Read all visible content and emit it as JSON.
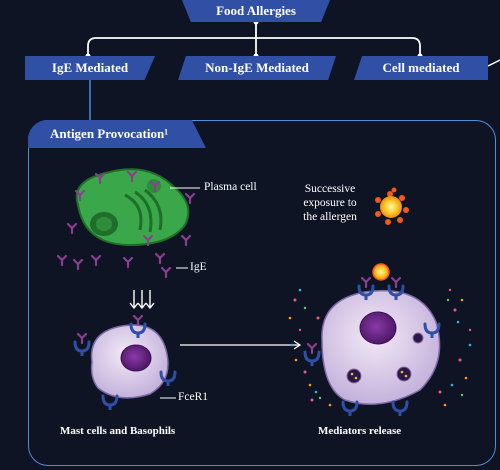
{
  "title": "Food Allergies",
  "branches": [
    {
      "label": "IgE Mediated"
    },
    {
      "label": "Non-IgE Mediated"
    },
    {
      "label": "Cell mediated"
    }
  ],
  "panel": {
    "title": "Antigen Provocation¹",
    "labels": {
      "plasma_cell": "Plasma cell",
      "ige": "IgE",
      "fcer1": "FceR1",
      "mast_cells": "Mast cells and Basophils",
      "mediators": "Mediators release",
      "successive_line1": "Successive",
      "successive_line2": "exposure to",
      "successive_line3": "the allergen"
    }
  },
  "colors": {
    "background": "#0f1424",
    "pill": "#2f50a5",
    "border": "#4f8fd8",
    "plasma_cell": "#3aa84a",
    "mast_cell": "#d9cde8",
    "nucleus": "#6a2a8a",
    "antibody": "#8a3f8f",
    "receptor": "#2f4fa6",
    "allergen": "#f7a21b"
  }
}
